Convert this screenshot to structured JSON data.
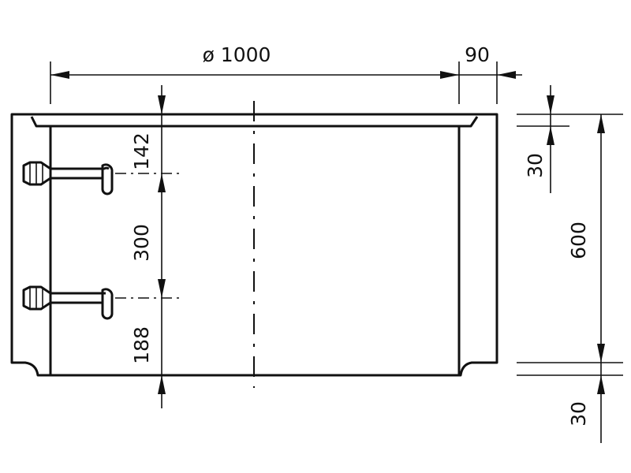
{
  "dimensions": {
    "diameter": "ø 1000",
    "rim_width": "90",
    "top_offset": "142",
    "hole_spacing": "300",
    "bottom_offset": "188",
    "top_rim_height": "30",
    "total_height": "600",
    "bottom_rim_height": "30"
  },
  "colors": {
    "line": "#111111",
    "background": "#ffffff"
  }
}
